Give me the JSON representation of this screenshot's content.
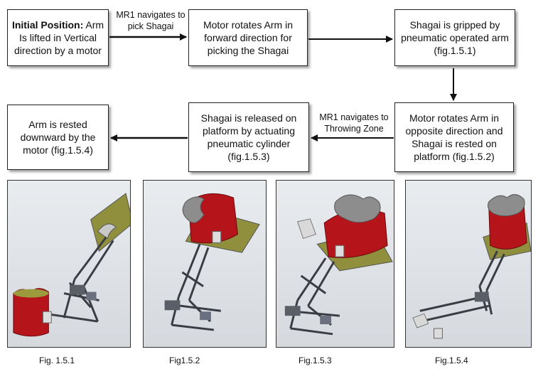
{
  "nodes": {
    "initial": {
      "lead": "Initial Position:",
      "rest": " Arm Is lifted in Vertical direction by a motor"
    },
    "motor_forward": "Motor rotates Arm in forward direction for picking the Shagai",
    "gripped": "Shagai is gripped by pneumatic operated arm (fig.1.5.1)",
    "motor_opposite": "Motor rotates Arm in opposite direction and Shagai is rested on platform (fig.1.5.2)",
    "released": "Shagai is released on platform by actuating pneumatic cylinder (fig.1.5.3)",
    "arm_rested": "Arm is rested downward by the motor (fig.1.5.4)"
  },
  "edges": {
    "navigate_pick": "MR1 navigates to pick Shagai",
    "navigate_throw": "MR1 navigates to Throwing Zone"
  },
  "figures": [
    {
      "caption": "Fig. 1.5.1"
    },
    {
      "caption": "Fig1.5.2"
    },
    {
      "caption": "Fig.1.5.3"
    },
    {
      "caption": "Fig.1.5.4"
    }
  ],
  "colors": {
    "shagai_red": "#b5141a",
    "shagai_grey": "#8d8d8d",
    "platform_olive": "#8f8f3e",
    "frame_dark": "#3a3d44"
  }
}
